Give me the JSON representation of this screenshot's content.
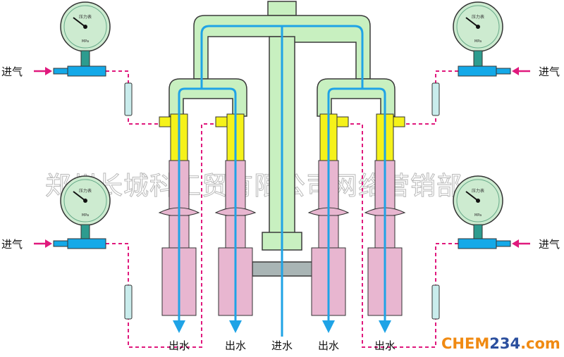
{
  "labels": {
    "inlet_gas": "进气",
    "outlet_water": "出水",
    "inlet_water": "进水"
  },
  "watermark": "郑州长城科工贸有限公司网络营销部",
  "brand": {
    "chem": "CHEM",
    "num": "234",
    "dotcom": ".com"
  },
  "gauge": {
    "title": "压力表",
    "unit": "MPa"
  },
  "colors": {
    "frame_fill": "#c8f0c0",
    "frame_stroke": "#3a3a3a",
    "water_line": "#1fa3e6",
    "pink_body": "#e8b6d0",
    "yellow_tube": "#f5f21a",
    "gas_line": "#e0197d",
    "blue_nozzle": "#14a9e8",
    "gauge_face": "#cdebd0",
    "gauge_base": "#2d9c8f",
    "brand_orange": "#f08a12",
    "brand_blue": "#2b4f9e"
  }
}
